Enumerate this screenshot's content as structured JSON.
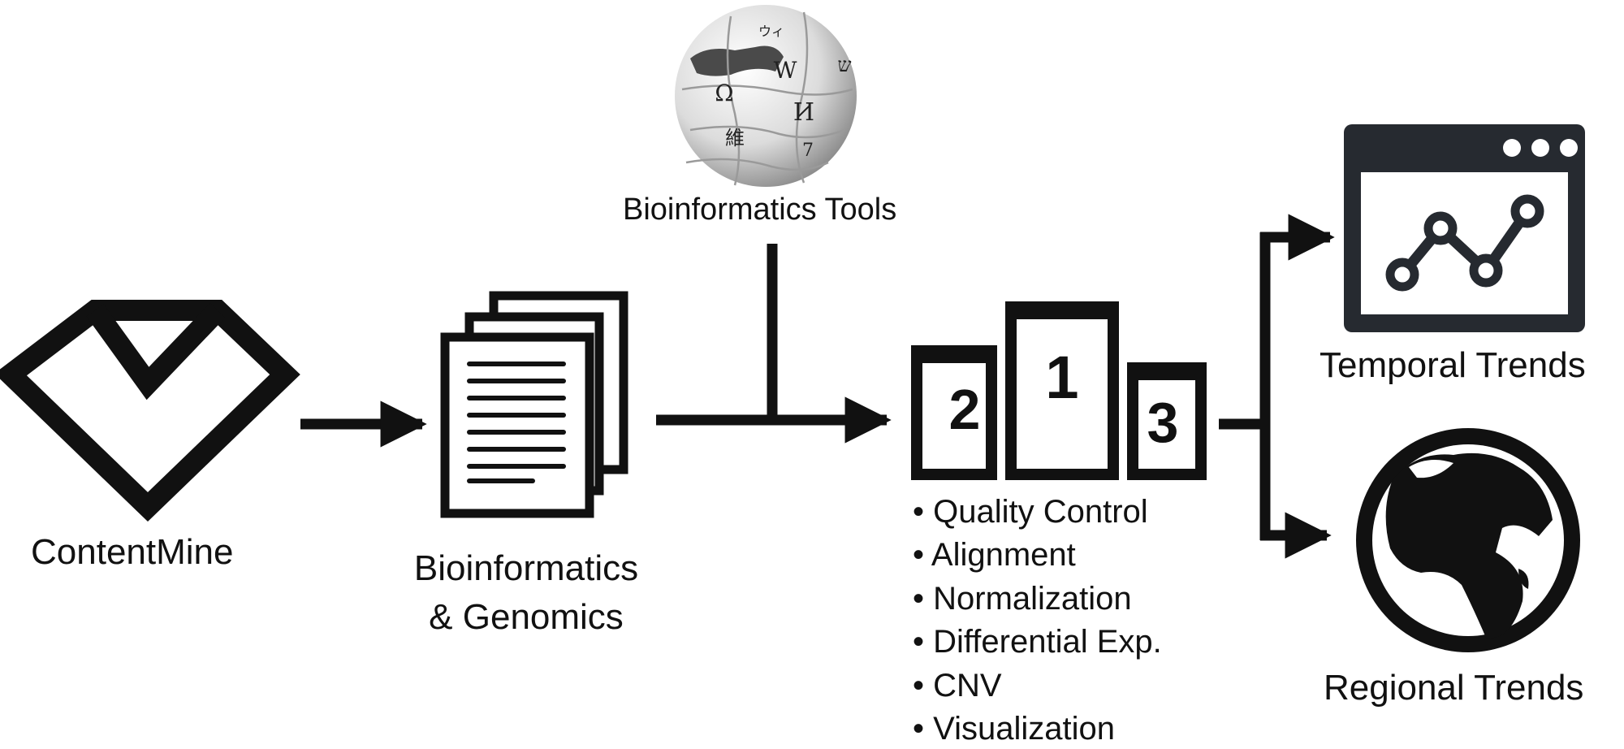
{
  "nodes": {
    "contentmine": {
      "label": "ContentMine",
      "icon": "contentmine-logo-icon"
    },
    "papers": {
      "label_line1": "Bioinformatics",
      "label_line2": "& Genomics",
      "icon": "documents-stack-icon"
    },
    "tools": {
      "label": "Bioinformatics Tools",
      "icon": "wikipedia-globe-icon",
      "globe_glyphs": [
        "Ω",
        "W",
        "И",
        "維",
        "ウィ",
        "ש",
        "7"
      ]
    },
    "ranking": {
      "icon": "podium-icon",
      "ranks": [
        "2",
        "1",
        "3"
      ]
    },
    "temporal": {
      "label": "Temporal Trends",
      "icon": "line-chart-window-icon"
    },
    "regional": {
      "label": "Regional Trends",
      "icon": "earth-globe-icon"
    }
  },
  "pipeline_steps": [
    "• Quality Control",
    "• Alignment",
    "• Normalization",
    "• Differential Exp.",
    "• CNV",
    "• Visualization"
  ],
  "colors": {
    "ink": "#111111",
    "panel": "#262a30",
    "paper": "#ffffff"
  }
}
